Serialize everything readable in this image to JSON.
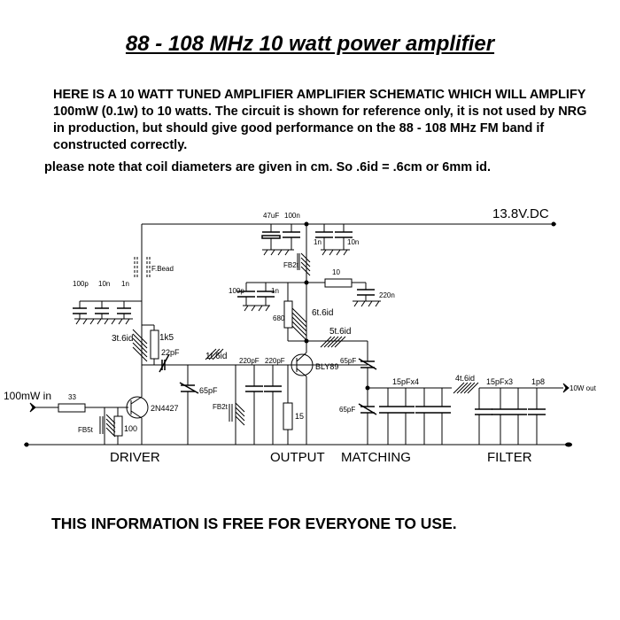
{
  "title": "88 - 108 MHz 10 watt power amplifier",
  "intro": "HERE IS A 10 WATT TUNED AMPLIFIER AMPLIFIER SCHEMATIC WHICH WILL AMPLIFY 100mW (0.1w) to 10 watts. The circuit is shown for reference only, it is not used by NRG in production, but should give good performance on the 88 - 108 MHz FM band if constructed correctly.",
  "note": "please note that coil diameters are given in cm. So .6id = .6cm or 6mm id.",
  "footer": "THIS INFORMATION IS FREE FOR EVERYONE TO USE.",
  "schematic": {
    "supply": "13.8V.DC",
    "input": "100mW in",
    "output": "10W out",
    "sections": [
      "DRIVER",
      "OUTPUT",
      "MATCHING",
      "FILTER"
    ],
    "components": {
      "c_47uf": "47uF",
      "c_100n": "100n",
      "c_1n_top": "1n",
      "c_10n_top": "10n",
      "fb2t_top": "FB2t",
      "fbead": "F.Bead",
      "c_100p_left": "100p",
      "c_10n_left": "10n",
      "c_1n_left": "1n",
      "r_10": "10",
      "c_220n": "220n",
      "c_100p_mid": "100p",
      "c_1n_mid": "1n",
      "r_680": "680",
      "l_6t": "6t.6id",
      "l_5t": "5t.6id",
      "l_3t": "3t.6id",
      "r_1k5": "1k5",
      "c_22pf": "22pF",
      "l_1t": "1t.6id",
      "c_220pf_a": "220pF",
      "c_220pf_b": "220pF",
      "q_bly89": "BLY89",
      "c_65pf_mid": "65pF",
      "c_65pf_m1": "65pF",
      "c_65pf_m2": "65pF",
      "fb2t_mid": "FB2t",
      "r_15": "15",
      "r_33": "33",
      "q_2n4427": "2N4427",
      "fb5t": "FB5t",
      "r_100": "100",
      "c_15pfx4": "15pFx4",
      "l_4t": "4t.6id",
      "c_15pfx3": "15pFx3",
      "c_1p8": "1p8"
    }
  }
}
